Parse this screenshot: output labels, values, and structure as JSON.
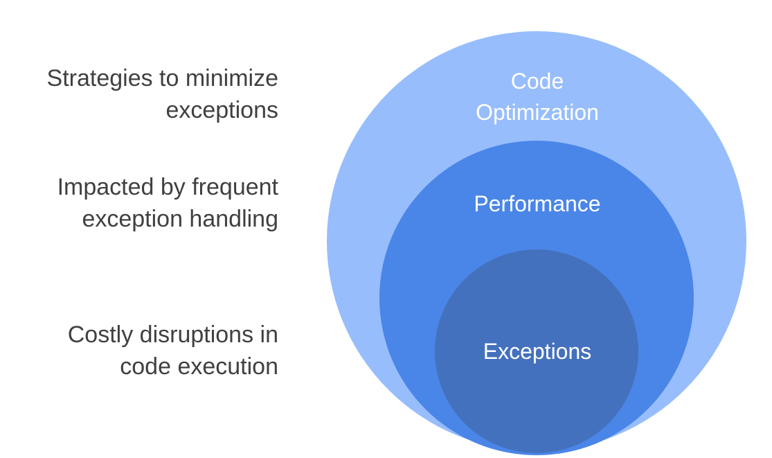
{
  "diagram": {
    "type": "nested-venn",
    "title": "",
    "background": "#ffffff",
    "levels": [
      {
        "label": "Code Optimization",
        "color": "#97BDFC",
        "text_color": "#ffffff",
        "description": "Strategies to minimize exceptions"
      },
      {
        "label": "Performance",
        "color": "#4A86E8",
        "text_color": "#ffffff",
        "description": "Impacted by frequent exception handling"
      },
      {
        "label": "Exceptions",
        "color": "#4471BD",
        "text_color": "#ffffff",
        "description": "Costly disruptions in code execution"
      }
    ],
    "annotation_text_color": "#404040"
  }
}
